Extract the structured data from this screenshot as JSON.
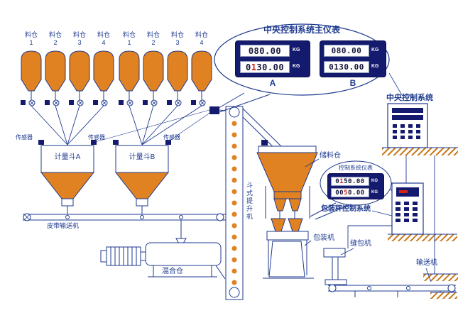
{
  "bins": {
    "label": "料仓",
    "units": [
      "1",
      "2",
      "3",
      "4",
      "1",
      "2",
      "3",
      "4"
    ]
  },
  "sensor_label": "传感器",
  "weigh_hoppers": {
    "a": "计量斗A",
    "b": "计量斗B"
  },
  "main_panel": {
    "title": "中央控制系统主仪表",
    "unit_a": {
      "name": "A",
      "row1": {
        "pre": "080.00",
        "red": "",
        "post": "",
        "unit": "KG"
      },
      "row2": {
        "pre": "0",
        "red": "1",
        "post": "30.00",
        "unit": "KG"
      }
    },
    "unit_b": {
      "name": "B",
      "row1": {
        "pre": "080.00",
        "red": "",
        "post": "",
        "unit": "KG"
      },
      "row2": {
        "pre": "0130.00",
        "red": "",
        "post": "",
        "unit": "KG"
      }
    }
  },
  "aux_panel": {
    "title": "控制系统仪表",
    "row1": {
      "pre": "0",
      "red": "1",
      "post": "50.00",
      "unit": "KG"
    },
    "row2": {
      "pre": "00",
      "red": "5",
      "post": "0.00",
      "unit": "KG"
    }
  },
  "labels": {
    "central_control_system": "中央控制系统",
    "storage_silo": "储料仓",
    "packing_scale_control": "包装秤控制系统",
    "bucket_elevator": "斗式提升机",
    "belt_conveyor": "皮带输送机",
    "mixing_bin": "混合仓",
    "packing_machine": "包装机",
    "bag_sewing_machine": "缝包机",
    "conveyor": "输送机"
  },
  "colors": {
    "line": "#1e3a8f",
    "material_fill": "#e08221",
    "display_bg": "#141a6e",
    "digit_red": "#d42310",
    "ground_hatch": "#c87818"
  }
}
